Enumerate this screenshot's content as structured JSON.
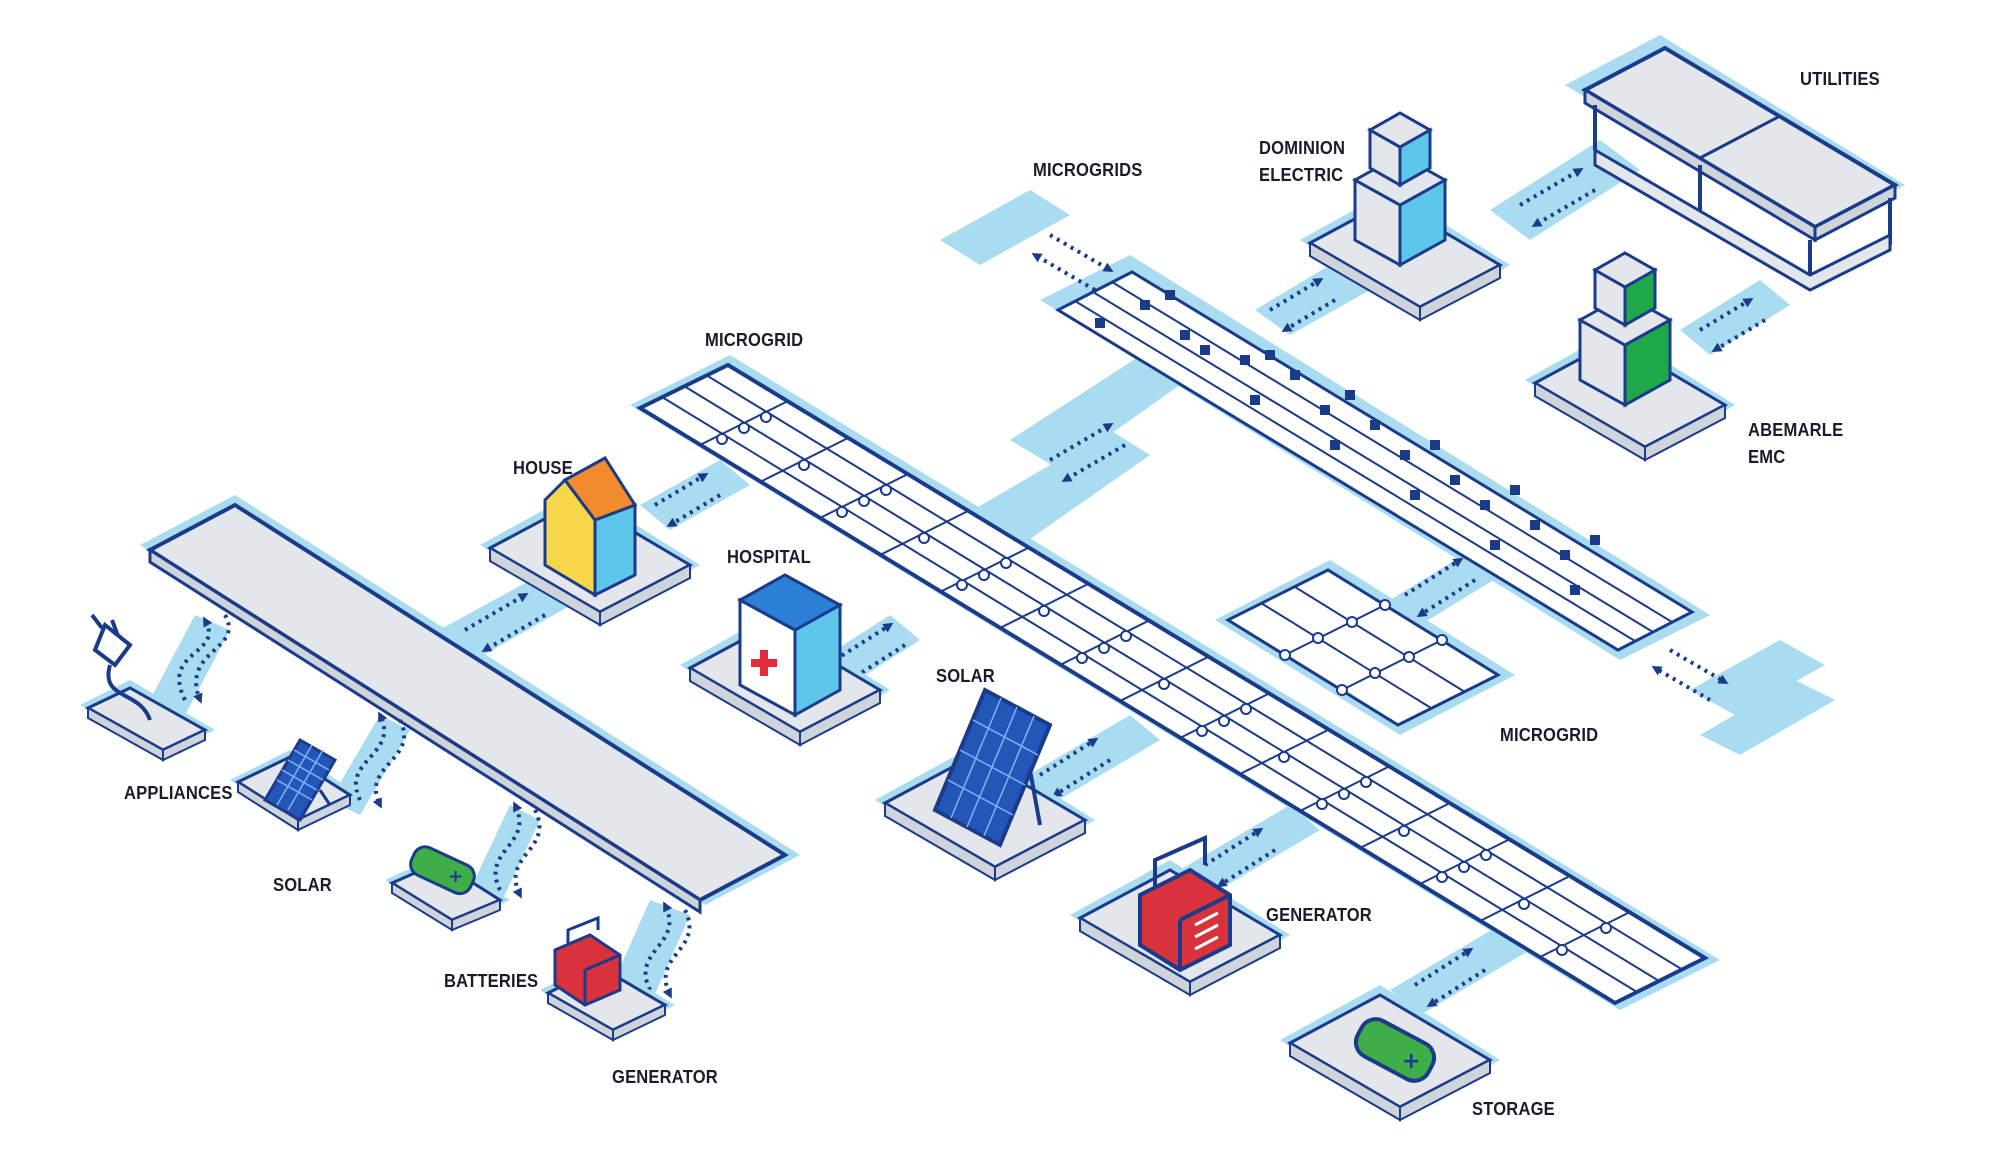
{
  "colors": {
    "outline": "#1a3a8a",
    "halo": "#a9dcf0",
    "platform": "#e3e6ea",
    "grid_fill": "#ffffff",
    "arrow": "#1a3a8a",
    "house_wall": "#f7d64a",
    "house_roof": "#f28a2e",
    "building_side": "#5ec6ea",
    "hospital_roof": "#2b7fd4",
    "cross": "#e32b3a",
    "abemarle_green": "#1fa84a",
    "battery_green": "#3fae49",
    "generator_red": "#d8323c",
    "solar_panel": "#2456b8"
  },
  "icons": {
    "appliances": "plug-icon",
    "solar": "solar-panel-icon",
    "batteries": "battery-icon",
    "generator": "generator-icon",
    "house": "house-icon",
    "hospital": "hospital-icon",
    "utilities": "utility-building-icon",
    "dominion": "tower-building-icon",
    "abemarle": "tower-building-icon"
  },
  "labels": {
    "appliances": "APPLIANCES",
    "solar_small": "SOLAR",
    "batteries": "BATTERIES",
    "generator_small": "GENERATOR",
    "house": "HOUSE",
    "hospital": "HOSPITAL",
    "microgrid_main": "MICROGRID",
    "solar_large": "SOLAR",
    "generator_large": "GENERATOR",
    "storage": "STORAGE",
    "microgrids": "MICROGRIDS",
    "microgrid_small": "MICROGRID",
    "dominion": "DOMINION\nELECTRIC",
    "abemarle": "ABEMARLE\nEMC",
    "utilities": "UTILITIES"
  }
}
